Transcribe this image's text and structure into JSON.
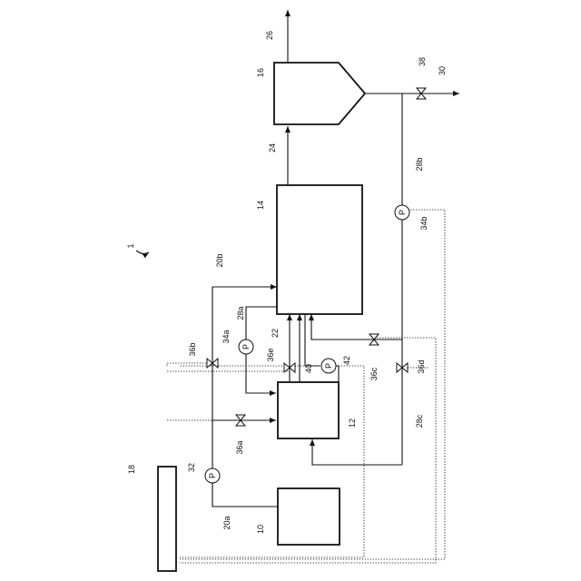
{
  "figure_ref": "1",
  "units": [
    {
      "id": "u10",
      "label": "10"
    },
    {
      "id": "u12",
      "label": "12"
    },
    {
      "id": "u14",
      "label": "14"
    },
    {
      "id": "u16",
      "label": "16"
    },
    {
      "id": "u18",
      "label": "18"
    }
  ],
  "streams": [
    {
      "id": "s20a",
      "label": "20a"
    },
    {
      "id": "s20b",
      "label": "20b"
    },
    {
      "id": "s22",
      "label": "22"
    },
    {
      "id": "s24",
      "label": "24"
    },
    {
      "id": "s26",
      "label": "26"
    },
    {
      "id": "s28a",
      "label": "28a"
    },
    {
      "id": "s28b",
      "label": "28b"
    },
    {
      "id": "s28c",
      "label": "28c"
    },
    {
      "id": "s30",
      "label": "30"
    },
    {
      "id": "s40",
      "label": "40"
    }
  ],
  "pumps": [
    {
      "id": "p32",
      "label": "32",
      "symbol": "P"
    },
    {
      "id": "p34a",
      "label": "34a",
      "symbol": "P"
    },
    {
      "id": "p34b",
      "label": "34b",
      "symbol": "P"
    },
    {
      "id": "p42",
      "label": "42",
      "symbol": "P"
    }
  ],
  "valves": [
    {
      "id": "v36a",
      "label": "36a"
    },
    {
      "id": "v36b",
      "label": "36b"
    },
    {
      "id": "v36c",
      "label": "36c"
    },
    {
      "id": "v36d",
      "label": "36d"
    },
    {
      "id": "v36e",
      "label": "36e"
    },
    {
      "id": "v38",
      "label": "38"
    }
  ]
}
